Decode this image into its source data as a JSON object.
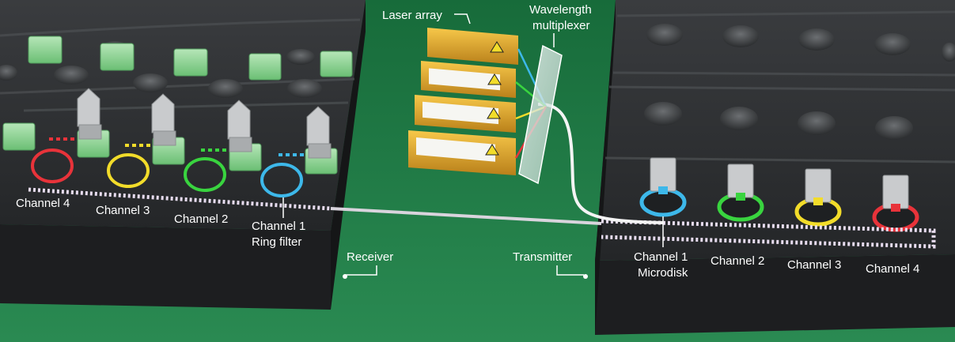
{
  "labels": {
    "laser_array": "Laser array",
    "wavelength_multiplexer_line1": "Wavelength",
    "wavelength_multiplexer_line2": "multiplexer",
    "receiver": "Receiver",
    "transmitter": "Transmitter",
    "rx_channel_4": "Channel 4",
    "rx_channel_3": "Channel 3",
    "rx_channel_2": "Channel 2",
    "rx_channel_1": "Channel 1",
    "ring_filter": "Ring filter",
    "tx_channel_1": "Channel 1",
    "microdisk": "Microdisk",
    "tx_channel_2": "Channel 2",
    "tx_channel_3": "Channel 3",
    "tx_channel_4": "Channel 4"
  },
  "colors": {
    "background_green": "#1f7a45",
    "chip_dark": "#2a2c2e",
    "pad_green": "#8fd197",
    "channel_red": "#e8333a",
    "channel_yellow": "#f2dc2a",
    "channel_green": "#39d43f",
    "channel_blue": "#3db8ea",
    "laser_gold": "#e3a521"
  }
}
